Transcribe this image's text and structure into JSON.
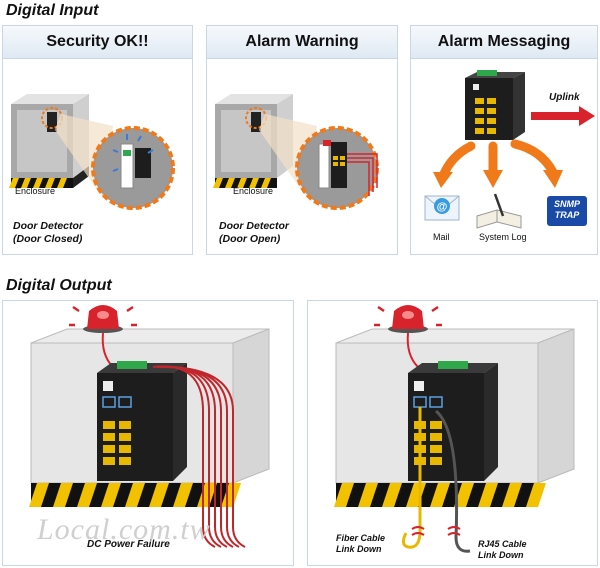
{
  "digital_input": {
    "title": "Digital Input",
    "panels": [
      {
        "heading": "Security OK!!",
        "enclosure_label": "Enclosure",
        "detector_line1": "Door Detector",
        "detector_line2": "(Door Closed)"
      },
      {
        "heading": "Alarm Warning",
        "enclosure_label": "Enclosure",
        "detector_line1": "Door Detector",
        "detector_line2": "(Door Open)"
      },
      {
        "heading": "Alarm Messaging",
        "uplink_label": "Uplink",
        "mail_label": "Mail",
        "syslog_label": "System Log",
        "snmp_line1": "SNMP",
        "snmp_line2": "TRAP"
      }
    ]
  },
  "digital_output": {
    "title": "Digital Output",
    "panels": [
      {
        "failure_label": "DC Power Failure",
        "watermark": "Local.com.tw"
      },
      {
        "fiber_line1": "Fiber Cable",
        "fiber_line2": "Link Down",
        "rj45_line1": "RJ45 Cable",
        "rj45_line2": "Link Down"
      }
    ]
  },
  "colors": {
    "accent_orange": "#f07a1a",
    "alarm_red": "#d9232c",
    "panel_border": "#c9d6e4",
    "switch_body": "#1d1d1d",
    "port_yellow": "#e6b800",
    "cable_red": "#c0272d"
  }
}
